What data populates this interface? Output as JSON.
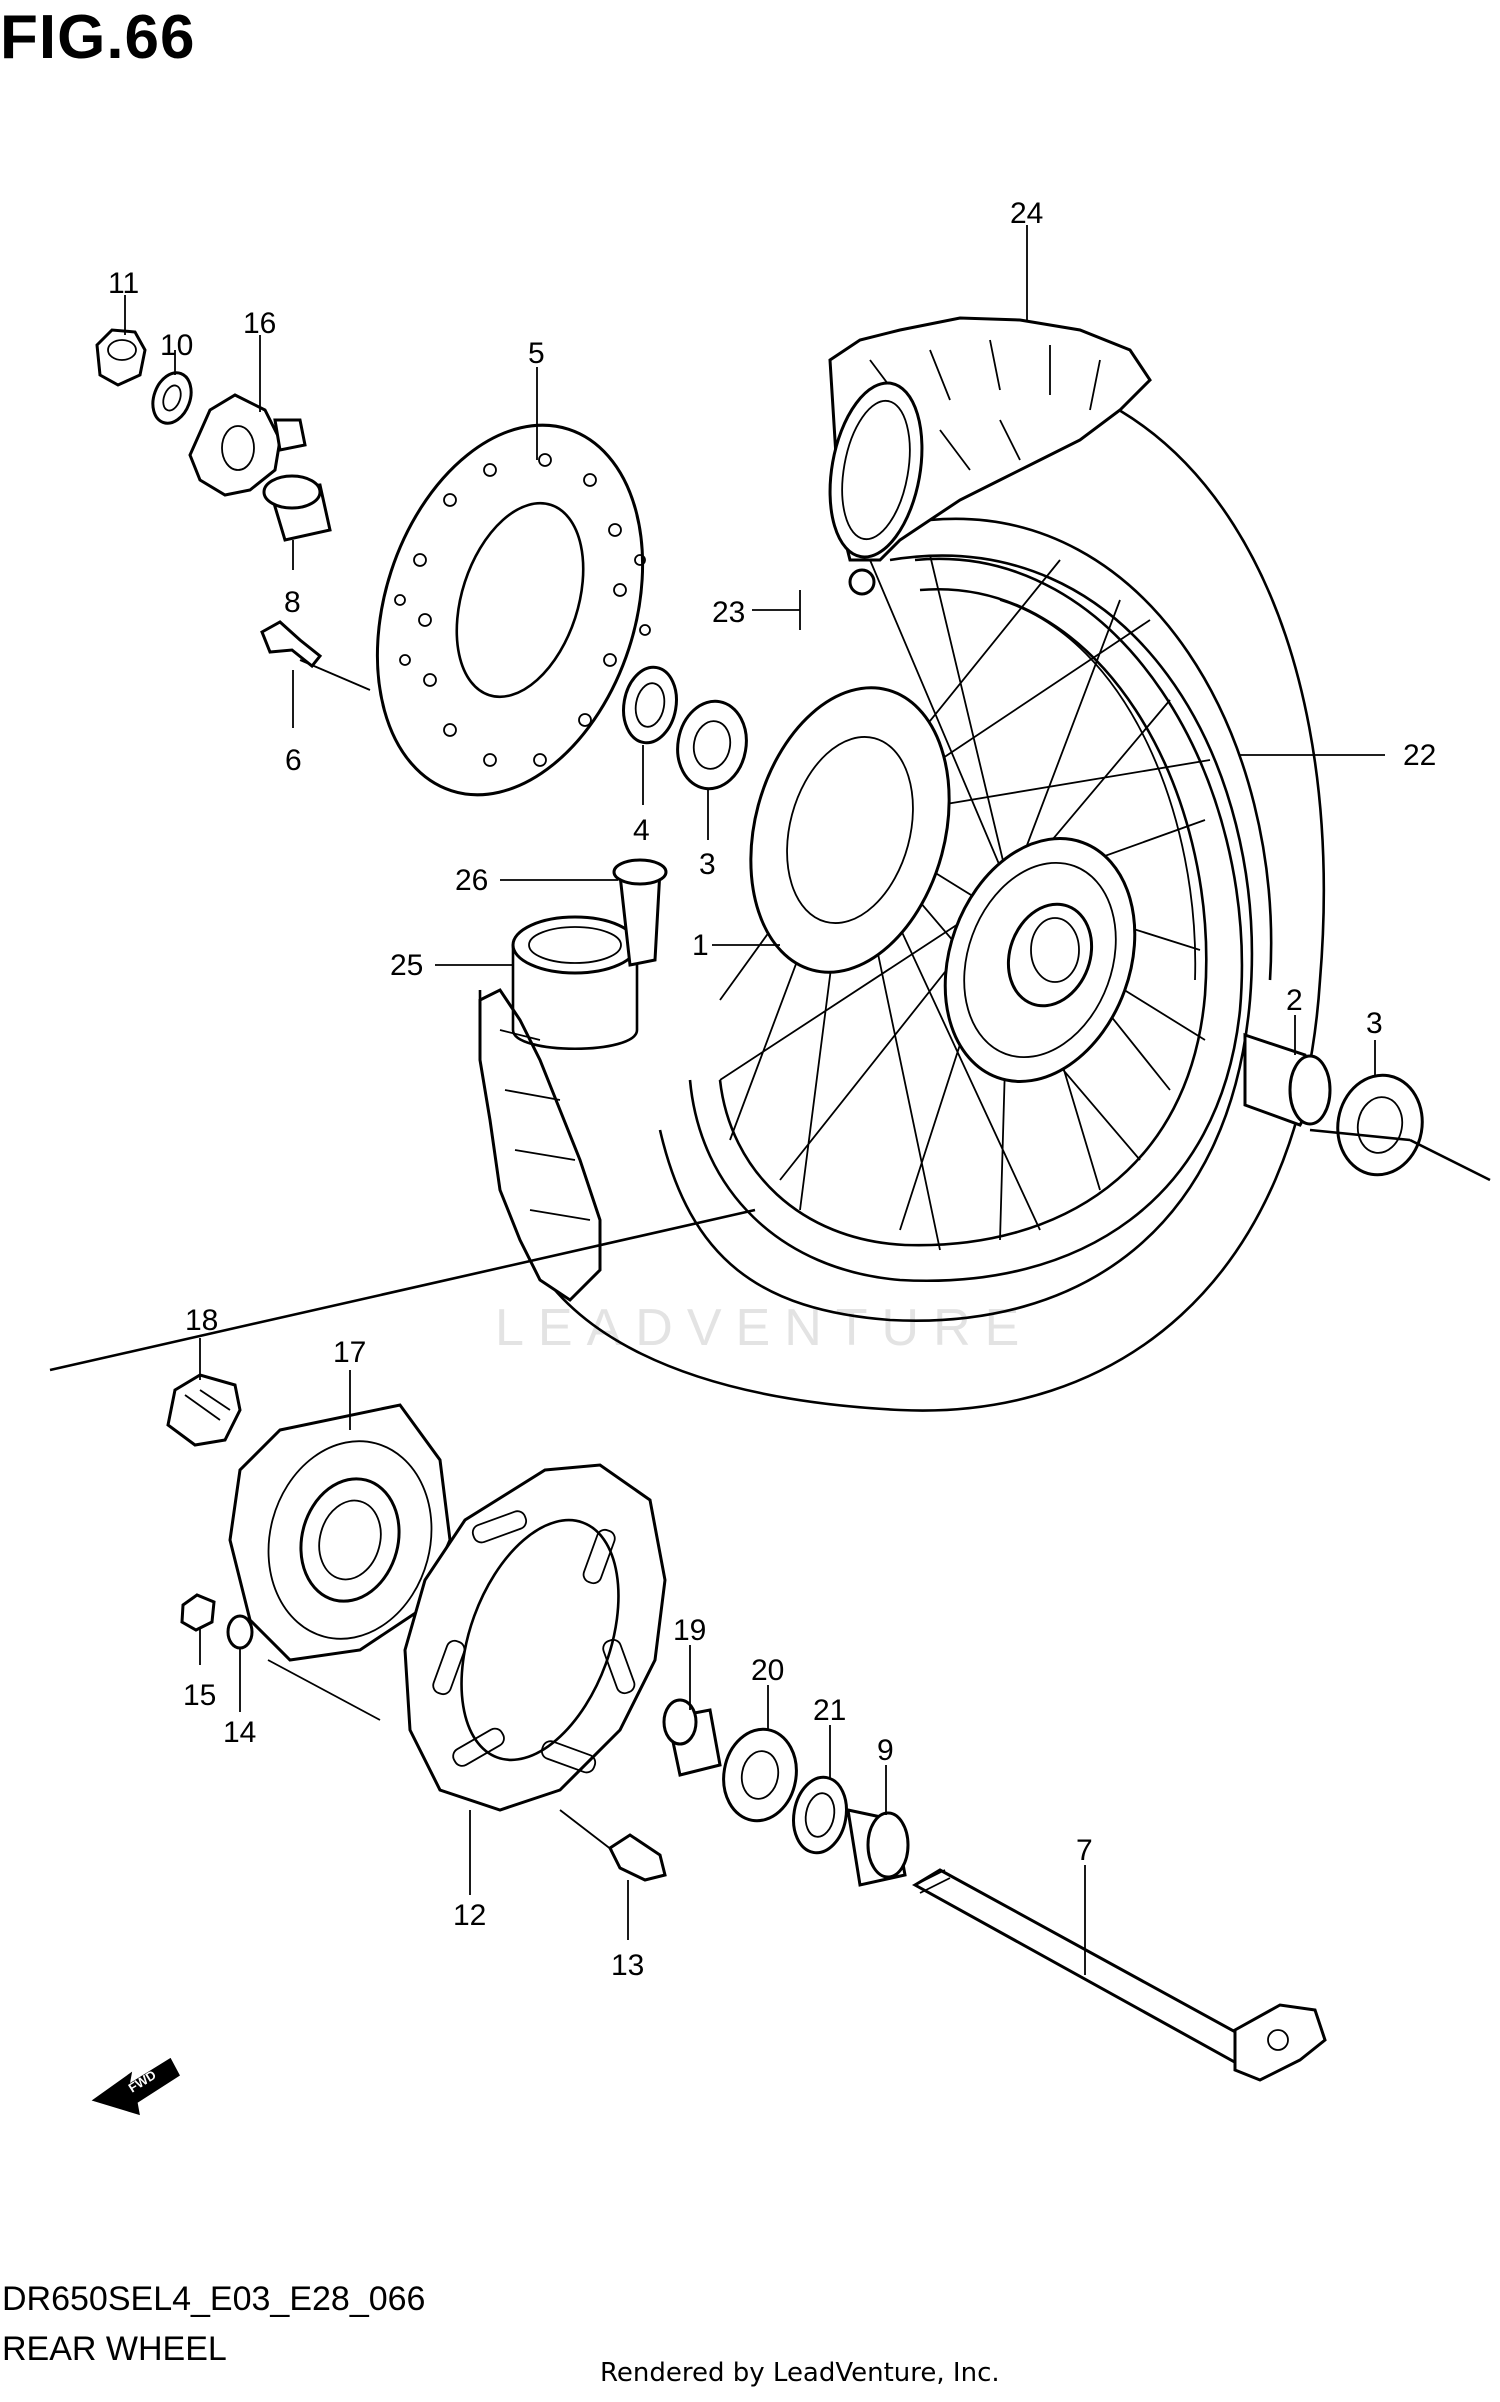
{
  "figure": {
    "title": "FIG.66",
    "code": "DR650SEL4_E03_E28_066",
    "subtitle": "REAR WHEEL",
    "credit": "Rendered by LeadVenture, Inc.",
    "watermark": "LEADVENTURE",
    "fwd_label": "FWD"
  },
  "callouts": [
    {
      "id": "c24",
      "text": "24"
    },
    {
      "id": "c11",
      "text": "11"
    },
    {
      "id": "c10",
      "text": "10"
    },
    {
      "id": "c16",
      "text": "16"
    },
    {
      "id": "c5",
      "text": "5"
    },
    {
      "id": "c8",
      "text": "8"
    },
    {
      "id": "c23",
      "text": "23"
    },
    {
      "id": "c22",
      "text": "22"
    },
    {
      "id": "c6",
      "text": "6"
    },
    {
      "id": "c4",
      "text": "4"
    },
    {
      "id": "c3a",
      "text": "3"
    },
    {
      "id": "c26",
      "text": "26"
    },
    {
      "id": "c1",
      "text": "1"
    },
    {
      "id": "c25",
      "text": "25"
    },
    {
      "id": "c2",
      "text": "2"
    },
    {
      "id": "c3b",
      "text": "3"
    },
    {
      "id": "c18",
      "text": "18"
    },
    {
      "id": "c17",
      "text": "17"
    },
    {
      "id": "c19",
      "text": "19"
    },
    {
      "id": "c20",
      "text": "20"
    },
    {
      "id": "c21",
      "text": "21"
    },
    {
      "id": "c9",
      "text": "9"
    },
    {
      "id": "c7",
      "text": "7"
    },
    {
      "id": "c15",
      "text": "15"
    },
    {
      "id": "c14",
      "text": "14"
    },
    {
      "id": "c12",
      "text": "12"
    },
    {
      "id": "c13",
      "text": "13"
    }
  ]
}
